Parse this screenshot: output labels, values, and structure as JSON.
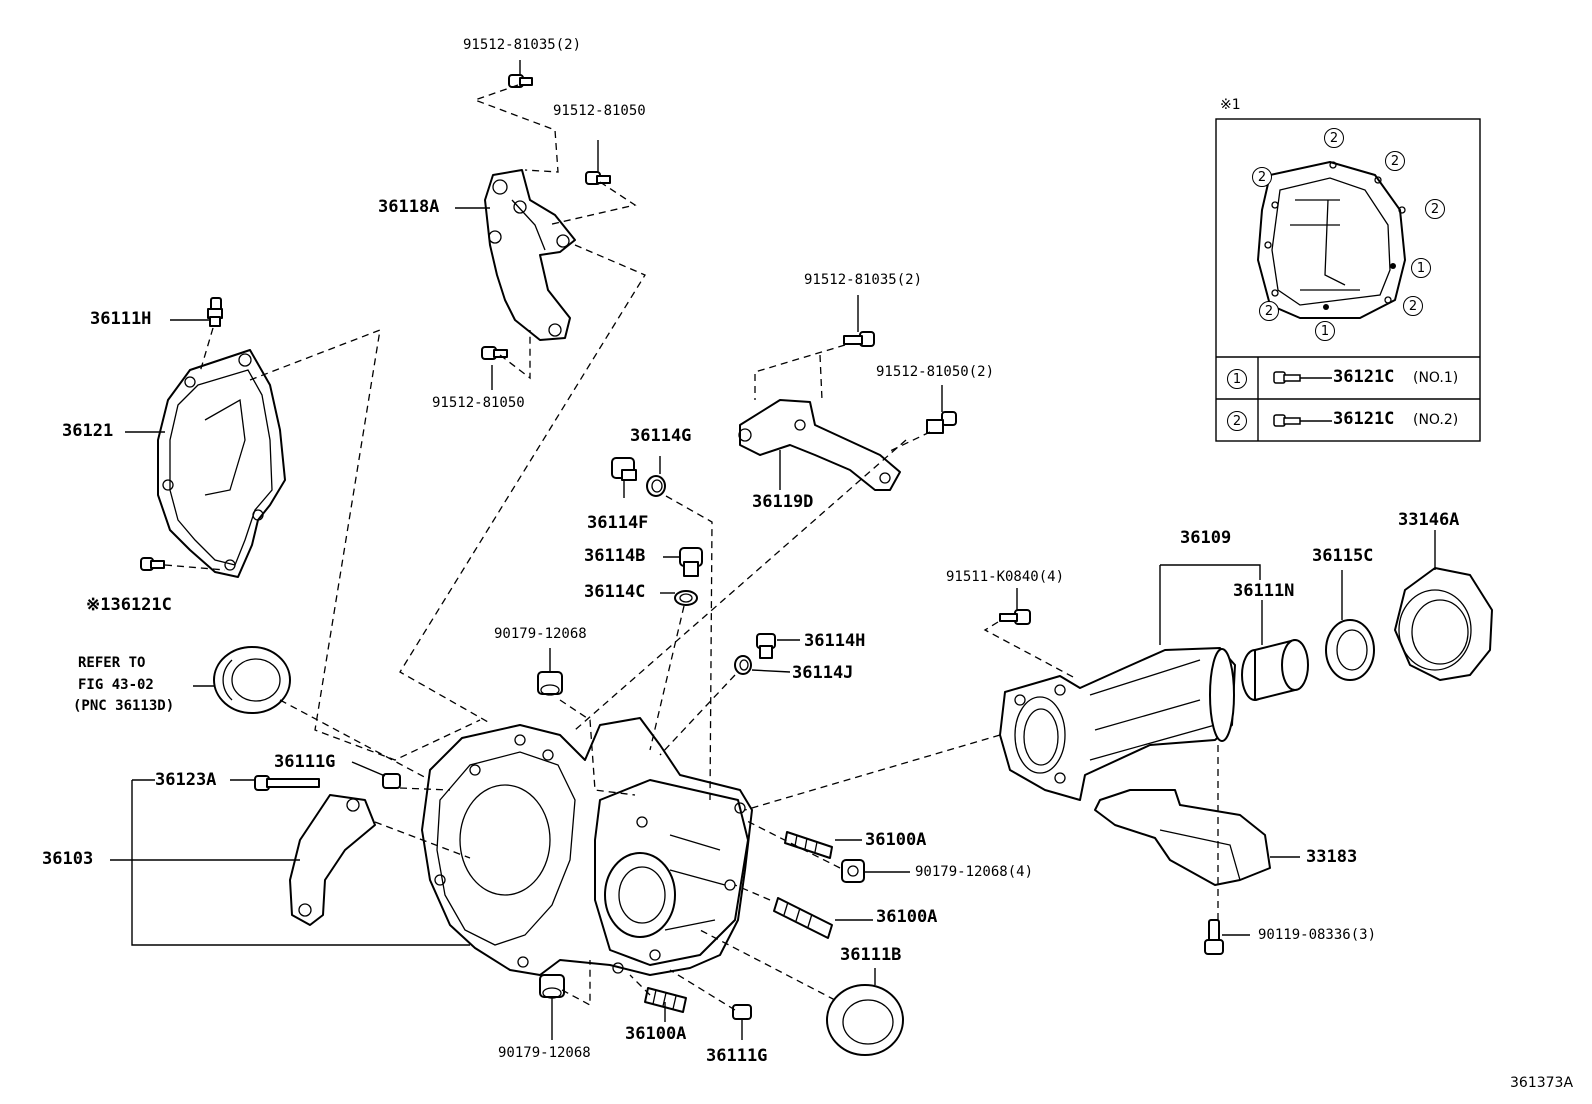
{
  "diagram": {
    "figure_code": "361373A",
    "labels": {
      "p91512_81035_2_top": "91512-81035(2)",
      "p91512_81050_top": "91512-81050",
      "p36118A": "36118A",
      "p91512_81050_mid": "91512-81050",
      "p36111H": "36111H",
      "p36121": "36121",
      "p36121C_note": "※136121C",
      "refer_line1": "REFER TO",
      "refer_line2": "FIG 43-02",
      "refer_line3": "(PNC 36113D)",
      "p36111G_left": "36111G",
      "p36123A": "36123A",
      "p36103": "36103",
      "p90179_12068_bottom": "90179-12068",
      "p36100A_bottom": "36100A",
      "p36111G_bottom": "36111G",
      "p36111B": "36111B",
      "p36100A_right2": "36100A",
      "p90179_12068_4": "90179-12068(4)",
      "p36100A_right1": "36100A",
      "p90179_12068_mid": "90179-12068",
      "p36114C": "36114C",
      "p36114B": "36114B",
      "p36114F": "36114F",
      "p36114G": "36114G",
      "p36114H": "36114H",
      "p36114J": "36114J",
      "p91512_81035_2_mid": "91512-81035(2)",
      "p91512_81050_2": "91512-81050(2)",
      "p36119D": "36119D",
      "p91511_K0840_4": "91511-K0840(4)",
      "p36109": "36109",
      "p36111N": "36111N",
      "p36115C": "36115C",
      "p33146A": "33146A",
      "p33183": "33183",
      "p90119_08336_3": "90119-08336(3)"
    },
    "inset": {
      "note_mark": "※1",
      "callout_1": "1",
      "callout_2": "2",
      "row1_part": "36121C",
      "row1_suffix": "(NO.1)",
      "row2_part": "36121C",
      "row2_suffix": "(NO.2)"
    }
  }
}
